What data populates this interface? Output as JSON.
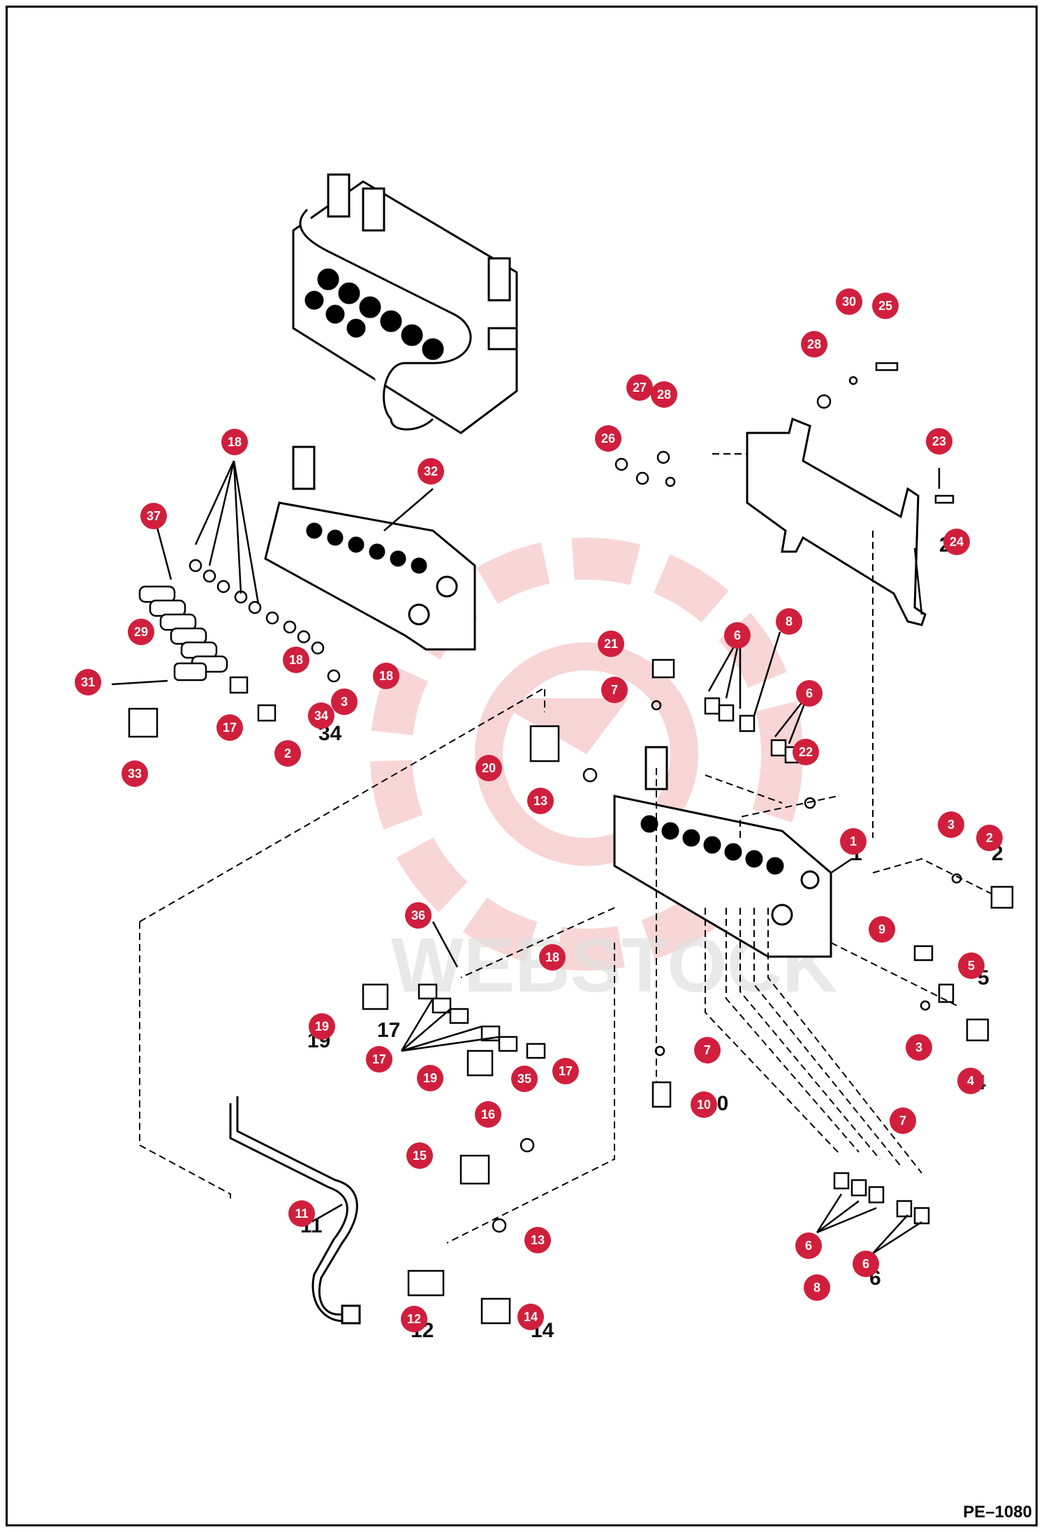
{
  "page_code": "PE–1080",
  "watermark_text": "WEBSTOCK",
  "colors": {
    "callout_fill": "#d01f3c",
    "callout_text": "#ffffff",
    "line": "#000000",
    "watermark": "#f4b8b8"
  },
  "callouts": [
    "1",
    "2",
    "3",
    "4",
    "5",
    "6",
    "7",
    "8",
    "9",
    "10",
    "11",
    "12",
    "13",
    "14",
    "15",
    "16",
    "17",
    "18",
    "19",
    "20",
    "21",
    "22",
    "23",
    "24",
    "25",
    "26",
    "27",
    "28",
    "29",
    "30",
    "31",
    "32",
    "33",
    "34",
    "35",
    "36",
    "37"
  ]
}
